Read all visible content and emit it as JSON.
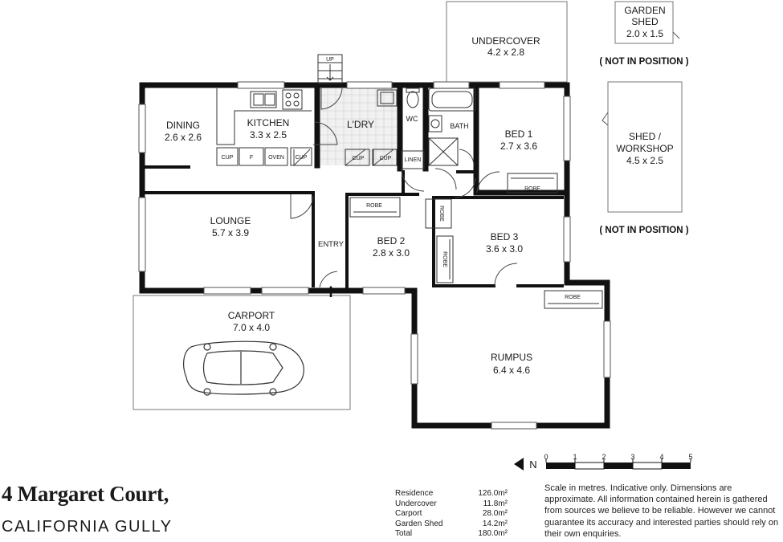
{
  "rooms": {
    "undercover": {
      "name": "UNDERCOVER",
      "dims": "4.2 x 2.8"
    },
    "garden_shed": {
      "name1": "GARDEN",
      "name2": "SHED",
      "dims": "2.0 x 1.5"
    },
    "shed": {
      "name1": "SHED /",
      "name2": "WORKSHOP",
      "dims": "4.5 x 2.5"
    },
    "dining": {
      "name": "DINING",
      "dims": "2.6 x 2.6"
    },
    "kitchen": {
      "name": "KITCHEN",
      "dims": "3.3 x 2.5"
    },
    "laundry": {
      "name": "L'DRY"
    },
    "wc": {
      "name": "WC"
    },
    "bath": {
      "name": "BATH"
    },
    "bed1": {
      "name": "BED 1",
      "dims": "2.7 x 3.6"
    },
    "lounge": {
      "name": "LOUNGE",
      "dims": "5.7 x 3.9"
    },
    "entry": {
      "name": "ENTRY"
    },
    "bed2": {
      "name": "BED 2",
      "dims": "2.8 x 3.0"
    },
    "bed3": {
      "name": "BED 3",
      "dims": "3.6 x 3.0"
    },
    "carport": {
      "name": "CARPORT",
      "dims": "7.0 x 4.0"
    },
    "rumpus": {
      "name": "RUMPUS",
      "dims": "6.4 x 4.6"
    }
  },
  "fixtures": {
    "cup": "CUP",
    "fridge": "F",
    "oven": "OVEN",
    "robe": "ROBE",
    "linen": "LINEN",
    "up": "UP"
  },
  "not_in_position": "( NOT IN POSITION )",
  "compass": "N",
  "scale_ticks": [
    "0",
    "1",
    "2",
    "3",
    "4",
    "5"
  ],
  "address": {
    "street": "4 Margaret Court,",
    "suburb": "CALIFORNIA GULLY"
  },
  "areas": [
    {
      "label": "Residence",
      "value": "126.0m²"
    },
    {
      "label": "Undercover",
      "value": "11.8m²"
    },
    {
      "label": "Carport",
      "value": "28.0m²"
    },
    {
      "label": "Garden Shed",
      "value": "14.2m²"
    },
    {
      "label": "Total",
      "value": "180.0m²"
    }
  ],
  "disclaimer": "Scale in metres. Indicative only. Dimensions are approximate. All information contained herein is gathered from sources we believe to be reliable. However we cannot guarantee its accuracy and interested parties should rely on their own enquiries."
}
